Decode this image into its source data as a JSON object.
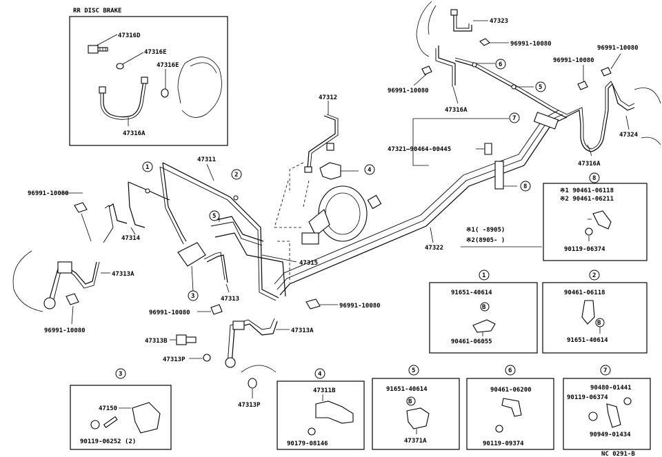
{
  "rr_disc_brake_title": "RR DISC BRAKE",
  "footer_code": "NC 0291-B",
  "inset_rr": {
    "p47316D": "47316D",
    "p47316E_a": "47316E",
    "p47316E_b": "47316E",
    "p47316A": "47316A"
  },
  "main": {
    "p47311": "47311",
    "p47312": "47312",
    "p47314": "47314",
    "p47313A_left": "47313A",
    "p96991_left_top": "96991-10080",
    "p96991_left_bottom": "96991-10080",
    "p47313": "47313",
    "p96991_center": "96991-10080",
    "p47315": "47315",
    "p96991_mid": "96991-10080",
    "p47313A_center": "47313A",
    "p47313B": "47313B",
    "p47313P_a": "47313P",
    "p47313P_b": "47313P",
    "p47322": "47322",
    "p47321_combo": "47321—90464-00445",
    "p47323": "47323",
    "p96991_tr1": "96991-10080",
    "p96991_tr2": "96991-10080",
    "p96991_tr3": "96991-10080",
    "p96991_tr4": "96991-10080",
    "p47316A_top": "47316A",
    "p47316A_right": "47316A",
    "p47324": "47324"
  },
  "callout_numbers": {
    "c1": "1",
    "c2": "2",
    "c3": "3",
    "c4": "4",
    "c5": "5",
    "c6": "6",
    "c7": "7",
    "c8": "8"
  },
  "range_note": {
    "line1": "※1(      -8905)",
    "line2": "※2(8905-      )"
  },
  "detail_1": {
    "num": "1",
    "top": "91651-40614",
    "mark": "B",
    "bottom": "90461-06055"
  },
  "detail_2": {
    "num": "2",
    "top": "90461-06118",
    "mark": "B",
    "bottom": "91651-40614"
  },
  "detail_3": {
    "num": "3",
    "top": "47150",
    "bottom": "90119-06252 (2)"
  },
  "detail_4": {
    "num": "4",
    "top": "47311B",
    "bottom": "90179-08146"
  },
  "detail_5": {
    "num": "5",
    "top": "91651-40614",
    "mark": "B",
    "bottom": "47371A"
  },
  "detail_6": {
    "num": "6",
    "top": "90461-06200",
    "bottom": "90119-09374"
  },
  "detail_7": {
    "num": "7",
    "a": "90480-01441",
    "b": "90119-06374",
    "c": "90949-01434"
  },
  "detail_8": {
    "num": "8",
    "l1": "※1 90461-06118",
    "l2": "※2 90461-06211",
    "bottom": "90119-06374"
  }
}
